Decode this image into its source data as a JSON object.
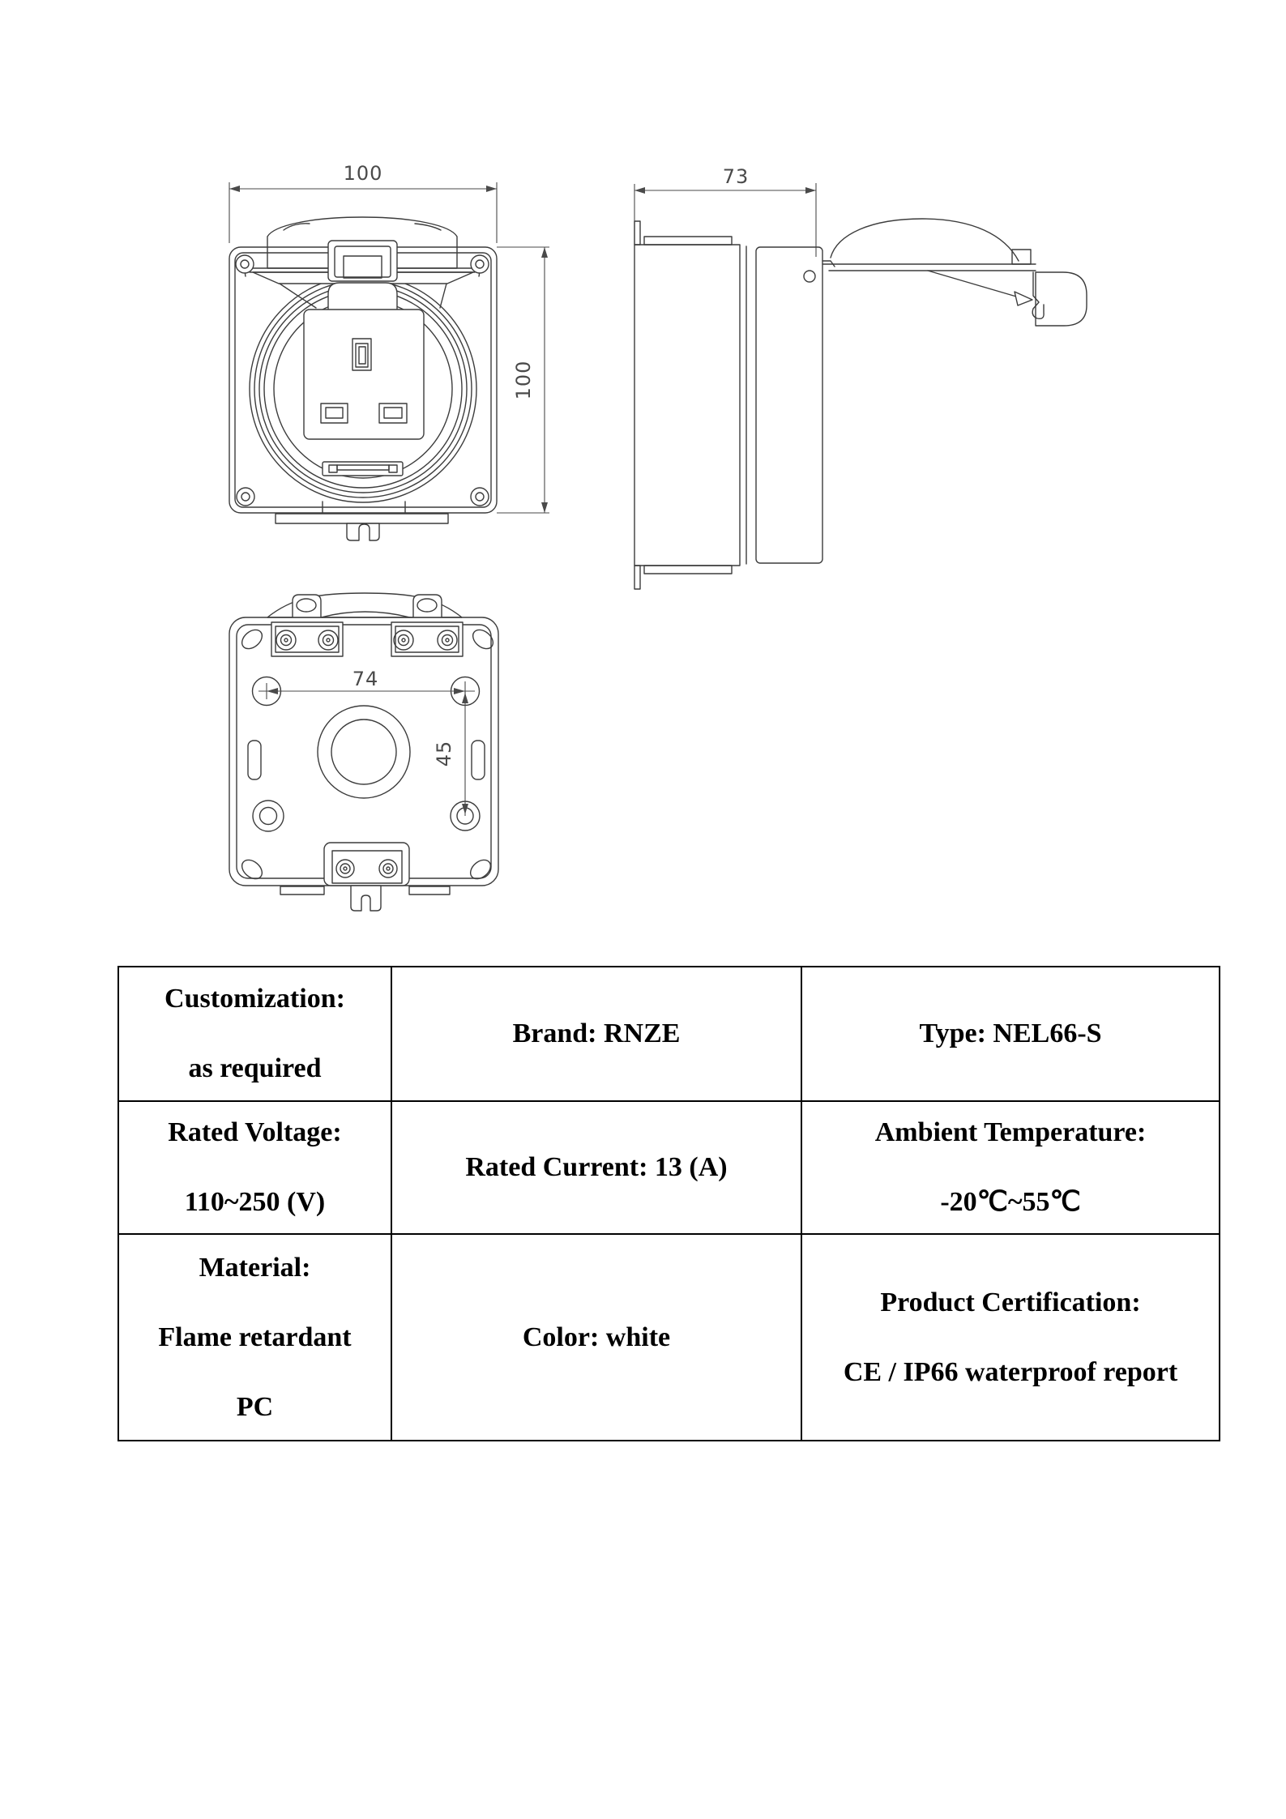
{
  "page": {
    "background": "#ffffff",
    "line_color": "#3c3c3c",
    "dim_color": "#4a4a4a"
  },
  "drawings": {
    "front_view": {
      "width_dim": "100",
      "height_dim": "100"
    },
    "side_view": {
      "depth_dim": "73"
    },
    "back_view": {
      "hole_spacing_h_dim": "74",
      "hole_spacing_v_dim": "45"
    }
  },
  "spec_table": {
    "cells": {
      "customization": [
        "Customization:",
        "as required"
      ],
      "brand": [
        "Brand: RNZE"
      ],
      "type": [
        "Type: NEL66-S"
      ],
      "rated_voltage": [
        "Rated Voltage:",
        "110~250 (V)"
      ],
      "rated_current": [
        "Rated Current: 13 (A)"
      ],
      "ambient_temperature": [
        "Ambient Temperature:",
        "-20℃~55℃"
      ],
      "material": [
        "Material:",
        "Flame retardant",
        "PC"
      ],
      "color": [
        "Color: white"
      ],
      "certification": [
        "Product Certification:",
        "CE / IP66 waterproof report"
      ]
    }
  }
}
